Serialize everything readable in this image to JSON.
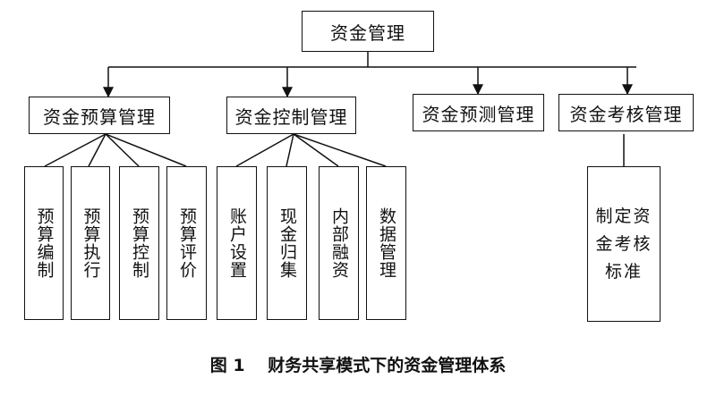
{
  "root": "资金管理",
  "branches": [
    {
      "label": "资金预算管理",
      "children": [
        "预算编制",
        "预算执行",
        "预算控制",
        "预算评价"
      ]
    },
    {
      "label": "资金控制管理",
      "children": [
        "账户设置",
        "现金归集",
        "内部融资",
        "数据管理"
      ]
    },
    {
      "label": "资金预测管理",
      "children": []
    },
    {
      "label": "资金考核管理",
      "children": [
        "制定资金考核标准"
      ]
    }
  ],
  "caption": "图 1　 财务共享模式下的资金管理体系"
}
